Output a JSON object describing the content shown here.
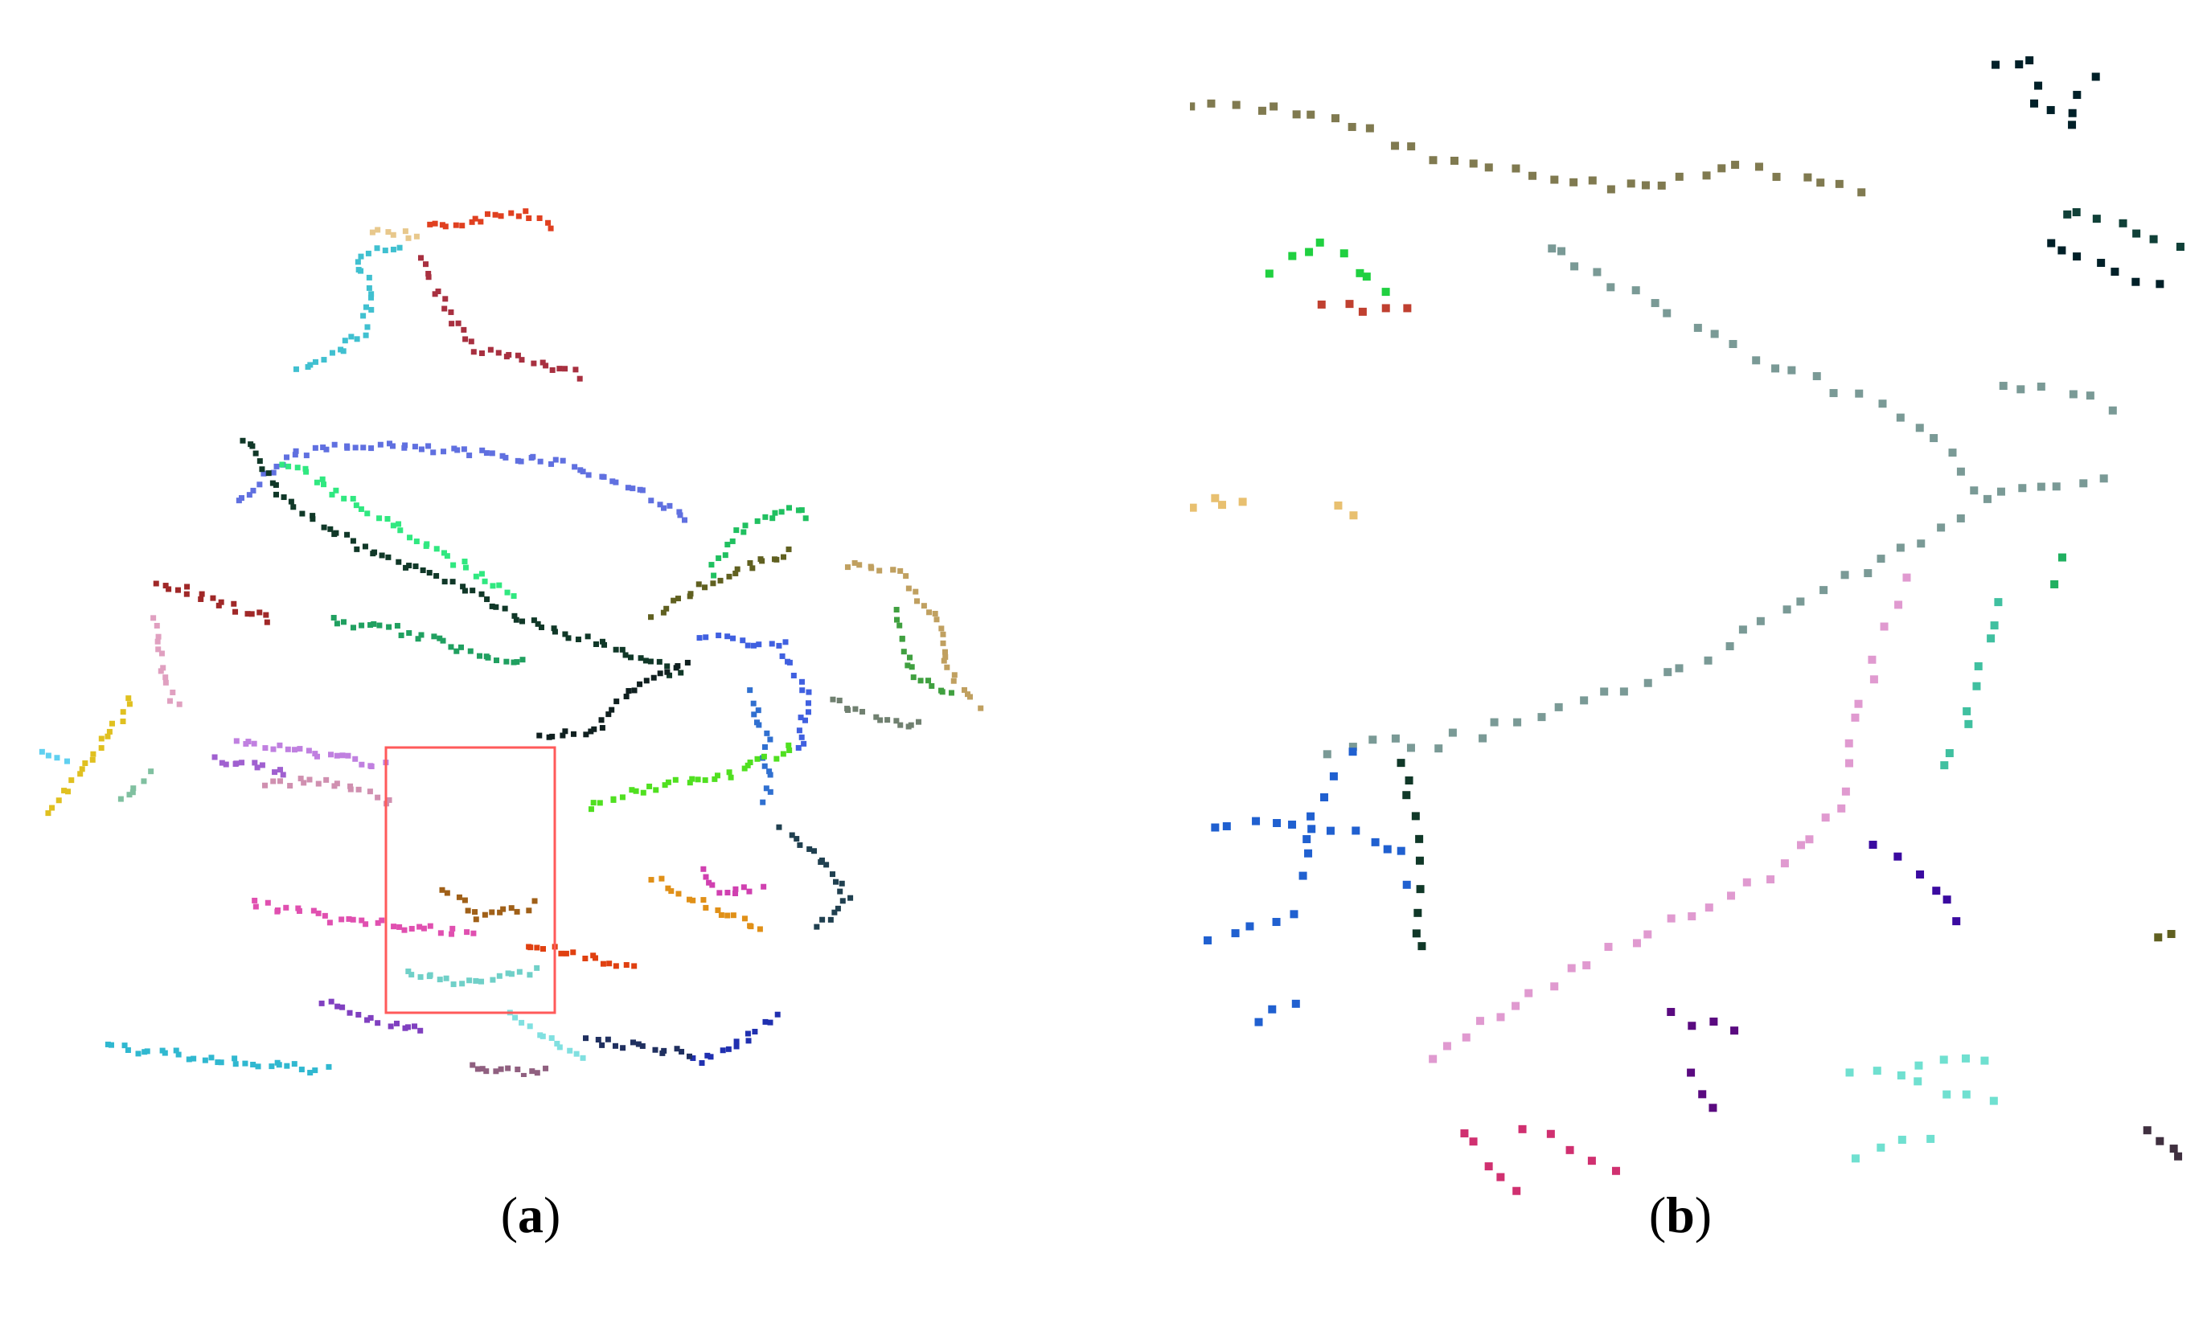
{
  "captions": {
    "a": {
      "open": "(",
      "letter": "a",
      "close": ")"
    },
    "b": {
      "open": "(",
      "letter": "b",
      "close": ")"
    }
  },
  "colors": {
    "zoom_box": "#ff5a5a",
    "clusters": [
      "#e8c88c",
      "#a83040",
      "#40c0d0",
      "#e04020",
      "#6070e0",
      "#103828",
      "#30e880",
      "#102020",
      "#a02828",
      "#20a060",
      "#c080e0",
      "#e0c020",
      "#80c0a0",
      "#d090b0",
      "#606020",
      "#4060e0",
      "#3070d0",
      "#20c060",
      "#c0a060",
      "#40a040",
      "#708070",
      "#50e020",
      "#e050b0",
      "#70d0c8",
      "#8040c0",
      "#80e0e0",
      "#a06018",
      "#e09018",
      "#d040b0",
      "#204050",
      "#2030b0",
      "#e04010",
      "#30b8d0",
      "#906080",
      "#203060",
      "#60d0f0",
      "#a060d0",
      "#e0a0c0"
    ]
  },
  "icons": [
    "zoom-region-box"
  ]
}
